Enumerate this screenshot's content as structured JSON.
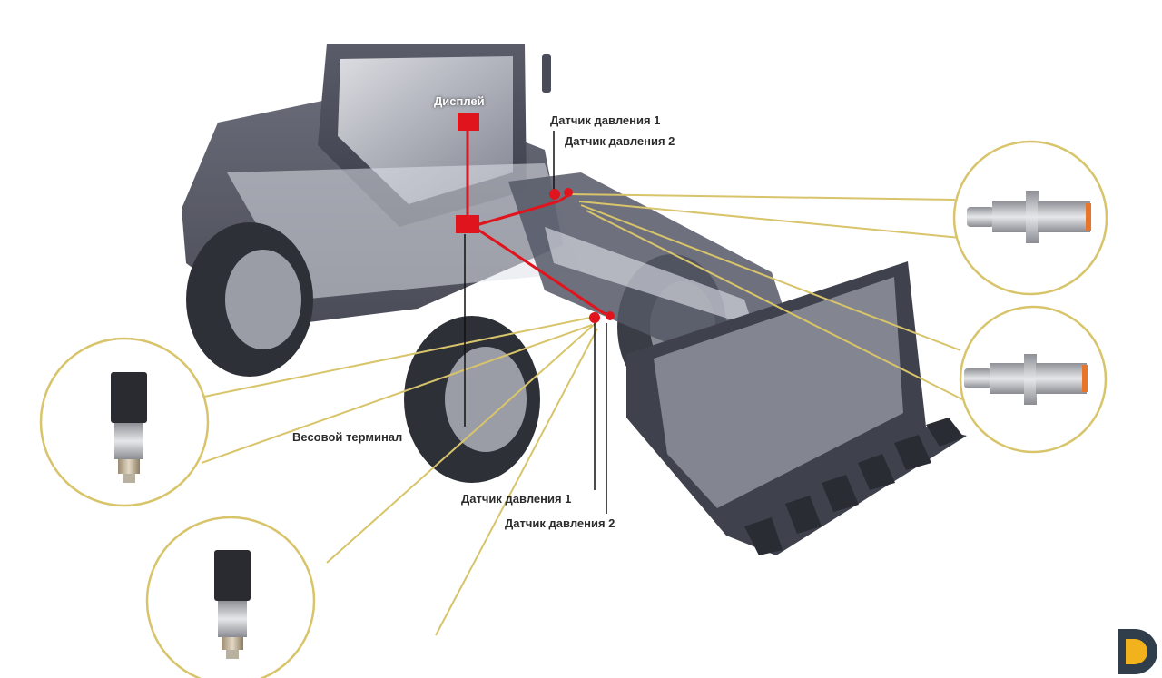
{
  "labels": {
    "display": "Дисплей",
    "pressure_sensor_1_top": "Датчик давления 1",
    "pressure_sensor_2_top": "Датчик давления 2",
    "weighing_terminal": "Весовой терминал",
    "pressure_sensor_1_bottom": "Датчик давления 1",
    "pressure_sensor_2_bottom": "Датчик давления 2"
  },
  "colors": {
    "wiring": "#e0141c",
    "callout": "#d8c46a",
    "machine": "#4a4c5a",
    "logo_dark": "#2f3e4a",
    "logo_accent": "#f2b21b"
  },
  "icons": {
    "machine": "wheel-loader",
    "sensor_top": "proximity-sensor",
    "sensor_bottom": "pressure-transducer",
    "logo": "brand-logo"
  }
}
